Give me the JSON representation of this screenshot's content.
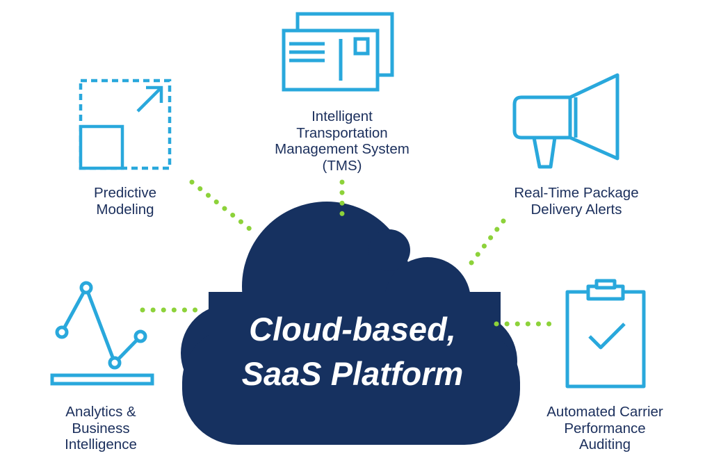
{
  "center": {
    "line1": "Cloud-based,",
    "line2": "SaaS Platform"
  },
  "nodes": {
    "tms": {
      "icon": "postcard-document-icon",
      "lines": [
        "Intelligent",
        "Transportation",
        "Management System",
        "(TMS)"
      ]
    },
    "predictive": {
      "icon": "scale-arrow-icon",
      "lines": [
        "Predictive",
        "Modeling"
      ]
    },
    "alerts": {
      "icon": "megaphone-icon",
      "lines": [
        "Real-Time Package",
        "Delivery Alerts"
      ]
    },
    "analytics": {
      "icon": "line-chart-icon",
      "lines": [
        "Analytics &",
        "Business",
        "Intelligence"
      ]
    },
    "auditing": {
      "icon": "clipboard-check-icon",
      "lines": [
        "Automated Carrier",
        "Performance",
        "Auditing"
      ]
    }
  },
  "colors": {
    "cloud": "#163160",
    "icon": "#29a8dc",
    "connector": "#8dd23a",
    "text": "#1b2f5c",
    "background": "#ffffff"
  }
}
